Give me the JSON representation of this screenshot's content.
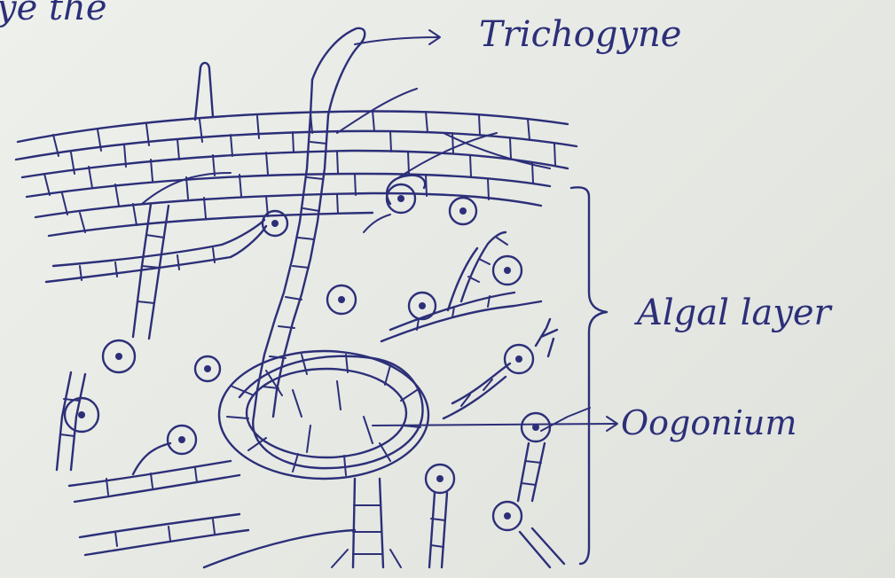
{
  "header_fragment": "ye the    ",
  "labels": {
    "trichogyne": "Trichogyne",
    "algal_layer": "Algal layer",
    "oogonium": "Oogonium"
  },
  "colors": {
    "ink": "#2c2f78",
    "paper": "#e9ebe6"
  }
}
